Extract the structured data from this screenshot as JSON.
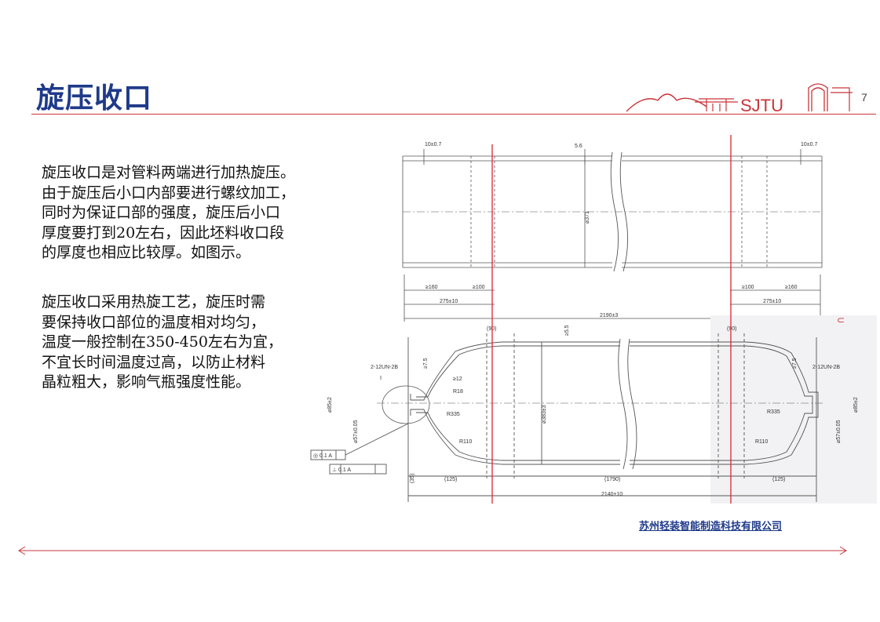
{
  "page": {
    "title": "旋压收口",
    "page_number": "7",
    "company": "苏州轻装智能制造科技有限公司"
  },
  "logo": {
    "text": "SJTU"
  },
  "paragraphs": [
    "旋压收口是对管料两端进行加热旋压。\n由于旋压后小口内部要进行螺纹加工，\n同时为保证口部的强度，旋压后小口\n厚度要打到20左右，因此坯料收口段\n的厚度也相应比较厚。如图示。",
    "旋压收口采用热旋工艺，旋压时需\n要保持收口部位的温度相对均匀，\n温度一般控制在350-450左右为宜，\n不宜长时间温度过高，以防止材料\n晶粒粗大，影响气瓶强度性能。"
  ],
  "drawing": {
    "top": {
      "dim_wall_left": "10±0.7",
      "dim_wall_mid": "5.6",
      "dim_wall_right": "10±0.7",
      "dim_diameter": "⌀371",
      "dim_160_left": "≥160",
      "dim_100_left": "≥100",
      "dim_100_right": "≥100",
      "dim_160_right": "≥160",
      "dim_275_left": "275±10",
      "dim_275_right": "275±10",
      "dim_total": "2190±3"
    },
    "bottom": {
      "dim_90_left": "(90)",
      "dim_90_right": "(90)",
      "dim_55": "≥5.5",
      "dim_75_left": "≥7.5",
      "dim_75_right": "≥7.5",
      "thread_left": "2-12UN-2B",
      "thread_right": "2-12UN-2B",
      "dim_12": "≥12",
      "r18": "R18",
      "r335_left": "R335",
      "r335_right": "R335",
      "r110_left": "R110",
      "r110_right": "R110",
      "dim_d383": "⌀383±3",
      "dim_d85_left": "⌀85±2",
      "dim_d85_right": "⌀85±2",
      "dim_d57_left": "⌀57±0.05",
      "dim_d57_right": "⌀57±0.05",
      "dim_125_left": "(125)",
      "dim_125_right": "(125)",
      "dim_1790": "(1790)",
      "dim_total": "2140±10",
      "tol_1": "◎ 0.1 A",
      "tol_2": "⊥ 0.1 A",
      "detail_label": "Ⅰ",
      "dim_35": "(35)"
    }
  }
}
